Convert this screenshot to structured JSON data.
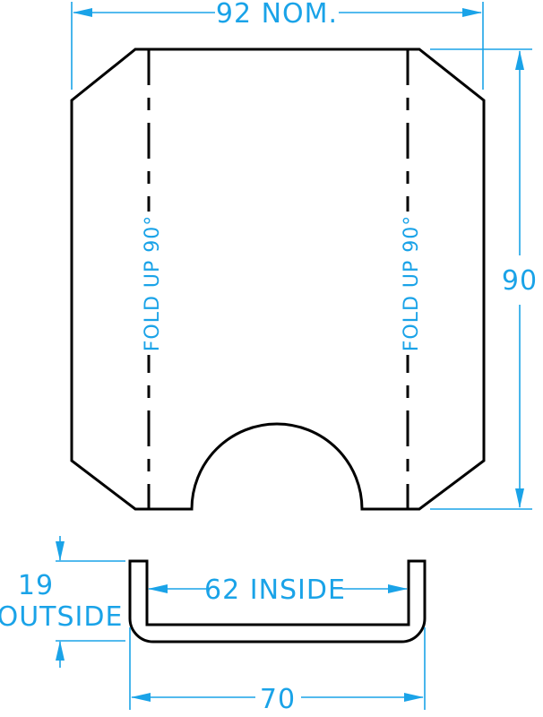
{
  "drawing": {
    "width_dimension": "92 NOM.",
    "height_dimension": "90",
    "fold_left": "FOLD UP 90°",
    "fold_right": "FOLD UP 90°",
    "inside_dimension": "62 INSIDE",
    "outside_height_value": "19",
    "outside_height_label": "OUTSIDE",
    "bottom_width_dimension": "70"
  },
  "colors": {
    "dimension": "#1aa3e8",
    "part_outline": "#000000"
  }
}
